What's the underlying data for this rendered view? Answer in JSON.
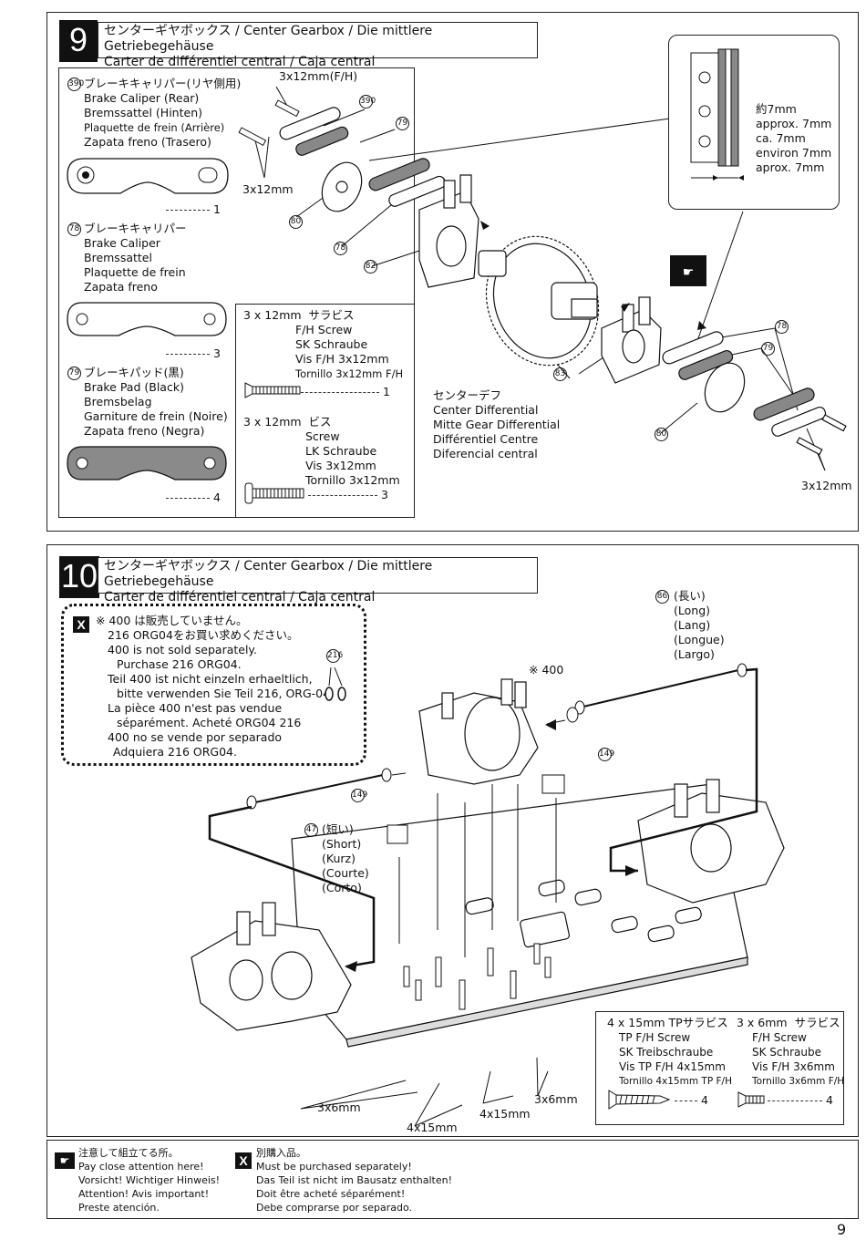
{
  "step9": {
    "number": "9",
    "title_line1": "センターギヤボックス / Center Gearbox / Die mittlere Getriebegehäuse",
    "title_line2": "Carter de différentiel central / Caja central",
    "parts": [
      {
        "num": "390",
        "lines": [
          "ブレーキキャリパー(リヤ側用)",
          "Brake Caliper (Rear)",
          "Bremssattel (Hinten)",
          "Plaquette de frein (Arrière)",
          "Zapata freno (Trasero)"
        ],
        "qty": "1"
      },
      {
        "num": "78",
        "lines": [
          "ブレーキキャリパー",
          "Brake Caliper",
          "Bremssattel",
          "Plaquette de frein",
          "Zapata freno"
        ],
        "qty": "3"
      },
      {
        "num": "79",
        "lines": [
          "ブレーキパッド(黒)",
          "Brake Pad (Black)",
          "Bremsbelag",
          "Garniture de frein (Noire)",
          "Zapata freno (Negra)"
        ],
        "qty": "4"
      }
    ],
    "screws": [
      {
        "size": "3 x 12mm",
        "jp": "サラビス",
        "lines": [
          "F/H Screw",
          "SK Schraube",
          "Vis F/H 3x12mm",
          "Tornillo 3x12mm F/H"
        ],
        "qty": "1"
      },
      {
        "size": "3 x 12mm",
        "jp": "ビス",
        "lines": [
          "Screw",
          "LK Schraube",
          "Vis 3x12mm",
          "Tornillo 3x12mm"
        ],
        "qty": "3"
      }
    ],
    "callouts": {
      "screw_top": "3x12mm(F/H)",
      "screw_left": "3x12mm",
      "screw_right": "3x12mm",
      "n390": "390",
      "n79a": "79",
      "n80a": "80",
      "n78a": "78",
      "n82": "82",
      "n78b": "78",
      "n79b": "79",
      "n83": "83",
      "n80b": "80"
    },
    "detail": [
      "約7mm",
      "approx. 7mm",
      "ca. 7mm",
      "environ 7mm",
      "aprox. 7mm"
    ],
    "differential": [
      "センターデフ",
      "Center Differential",
      "Mitte Gear Differential",
      "Différentiel Centre",
      "Diferencial central"
    ]
  },
  "step10": {
    "number": "10",
    "title_line1": "センターギヤボックス / Center Gearbox / Die mittlere Getriebegehäuse",
    "title_line2": "Carter de différentiel central / Caja central",
    "note": {
      "icon": "X",
      "lines": [
        "※ 400 は販売していません。",
        "216 ORG04をお買い求めください。",
        "400 is not sold separately.",
        "Purchase 216 ORG04.",
        "Teil 400 ist nicht einzeln erhaeltlich,",
        "bitte verwenden Sie Teil 216, ORG-04.",
        "La pièce 400 n'est pas vendue",
        "séparément. Acheté ORG04 216",
        "400 no se vende por separado",
        "Adquiera 216 ORG04."
      ]
    },
    "long_shaft": {
      "num": "86",
      "lines": [
        "(長い)",
        "(Long)",
        "(Lang)",
        "(Longue)",
        "(Largo)"
      ]
    },
    "short_shaft": {
      "num": "47",
      "lines": [
        "(短い)",
        "(Short)",
        "(Kurz)",
        "(Courte)",
        "(Corto)"
      ]
    },
    "callouts": {
      "n216": "216",
      "n400": "※ 400",
      "n149a": "149",
      "n149b": "149"
    },
    "screw_labels": {
      "a": "3x6mm",
      "b": "4x15mm",
      "c": "4x15mm",
      "d": "3x6mm"
    },
    "screw_box": [
      {
        "size": "4 x 15mm",
        "jp": "TPサラビス",
        "lines": [
          "TP F/H Screw",
          "SK Treibschraube",
          "Vis TP F/H 4x15mm",
          "Tornillo 4x15mm TP F/H"
        ],
        "qty": "4"
      },
      {
        "size": "3 x 6mm",
        "jp": "サラビス",
        "lines": [
          "F/H Screw",
          "SK Schraube",
          "Vis F/H 3x6mm",
          "Tornillo 3x6mm F/H"
        ],
        "qty": "4"
      }
    ]
  },
  "footer": {
    "attention": [
      "注意して組立てる所。",
      "Pay close attention here!",
      "Vorsicht!  Wichtiger Hinweis!",
      "Attention! Avis important!",
      "Preste atención."
    ],
    "separate": [
      "別購入品。",
      "Must be purchased separately!",
      "Das Teil ist nicht im Bausatz enthalten!",
      "Doit être acheté séparément!",
      "Debe comprarse por separado."
    ],
    "page_number": "9"
  }
}
